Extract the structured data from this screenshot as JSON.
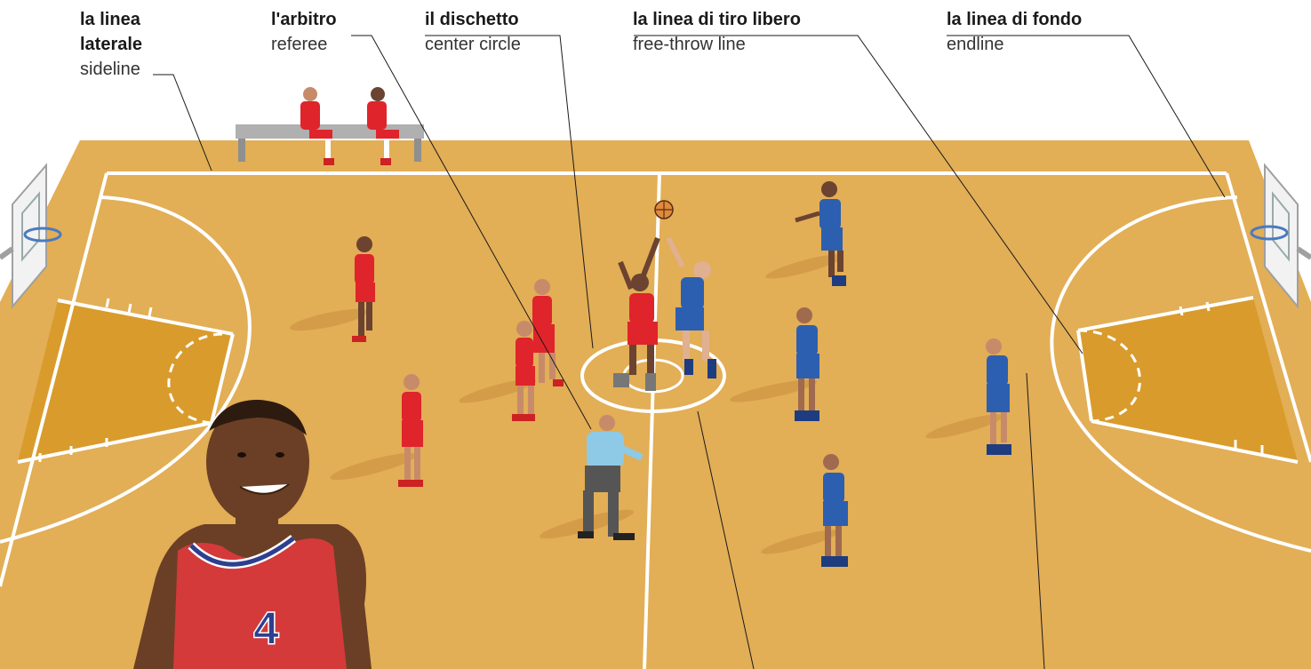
{
  "labels": {
    "sideline": {
      "italian_line1": "la linea",
      "italian_line2": "laterale",
      "english": "sideline"
    },
    "referee": {
      "italian": "l'arbitro",
      "english": "referee"
    },
    "center_circle": {
      "italian": "il dischetto",
      "english": "center circle"
    },
    "free_throw_line": {
      "italian": "la linea di tiro libero",
      "english": "free-throw line"
    },
    "endline": {
      "italian": "la linea di fondo",
      "english": "endline"
    }
  },
  "jersey_number": "4",
  "colors": {
    "court": "#e2ae56",
    "paint": "#d99b2c",
    "lines": "#ffffff",
    "red_team": "#e0242b",
    "blue_team": "#2d5fb0",
    "referee_shirt": "#8ec9e6"
  }
}
